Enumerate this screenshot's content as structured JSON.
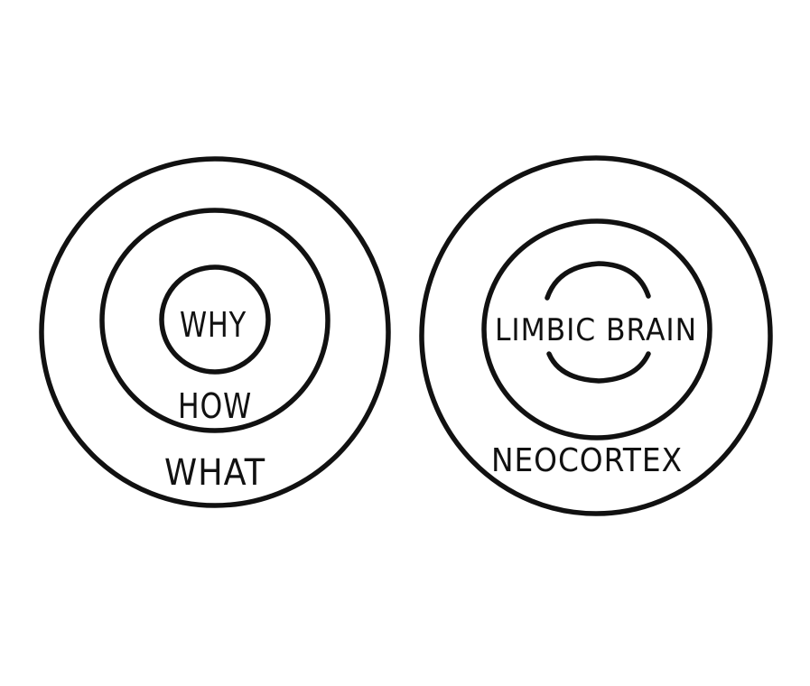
{
  "diagrams": {
    "golden_circle": {
      "labels": {
        "inner": "WHY",
        "middle": "HOW",
        "outer": "WHAT"
      }
    },
    "brain": {
      "labels": {
        "inner": "LIMBIC BRAIN",
        "outer": "NEOCORTEX"
      }
    }
  },
  "colors": {
    "ink": "#111111",
    "background": "#ffffff"
  }
}
